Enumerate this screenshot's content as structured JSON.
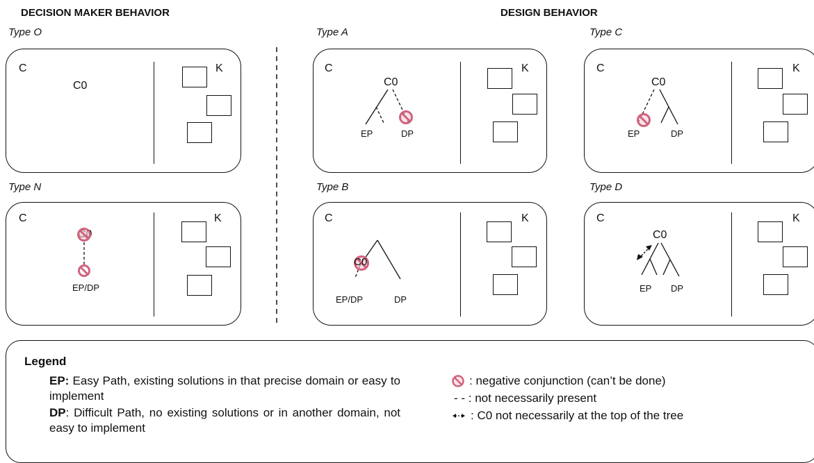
{
  "headings": {
    "decision_maker": "DECISION MAKER BEHAVIOR",
    "design": "DESIGN BEHAVIOR"
  },
  "common": {
    "c_label": "C",
    "k_label": "K",
    "c0": "C0"
  },
  "panels": {
    "type_o": {
      "title": "Type O",
      "root": "C0"
    },
    "type_n": {
      "title": "Type N",
      "root": "C0",
      "leaf": "EP/DP"
    },
    "type_a": {
      "title": "Type A",
      "root": "C0",
      "leaf_left": "EP",
      "leaf_right": "DP"
    },
    "type_b": {
      "title": "Type B",
      "leaf_left": "EP/DP",
      "leaf_right": "DP"
    },
    "type_c": {
      "title": "Type C",
      "root": "C0",
      "leaf_left": "EP",
      "leaf_right": "DP"
    },
    "type_d": {
      "title": "Type D",
      "root": "C0",
      "leaf_left": "EP",
      "leaf_right": "DP"
    }
  },
  "legend": {
    "title": "Legend",
    "ep_term": "EP:",
    "ep_text": " Easy Path, existing solutions in that precise domain or easy to implement",
    "dp_term": "DP",
    "dp_text": ": Difficult Path, no existing solutions or in another domain, not easy to implement",
    "negative": ": negative conjunction (can’t be done)",
    "dashed_symbol": "- - ",
    "dashed": ": not necessarily present",
    "arrow": ": C0 not necessarily at the top of the tree"
  },
  "colors": {
    "negative_symbol": "#d0637d",
    "negative_fill": "#f3c7d2",
    "line": "#111111"
  },
  "icons": {
    "negative": "prohibited-circle-icon",
    "arrow": "double-arrow-icon"
  }
}
